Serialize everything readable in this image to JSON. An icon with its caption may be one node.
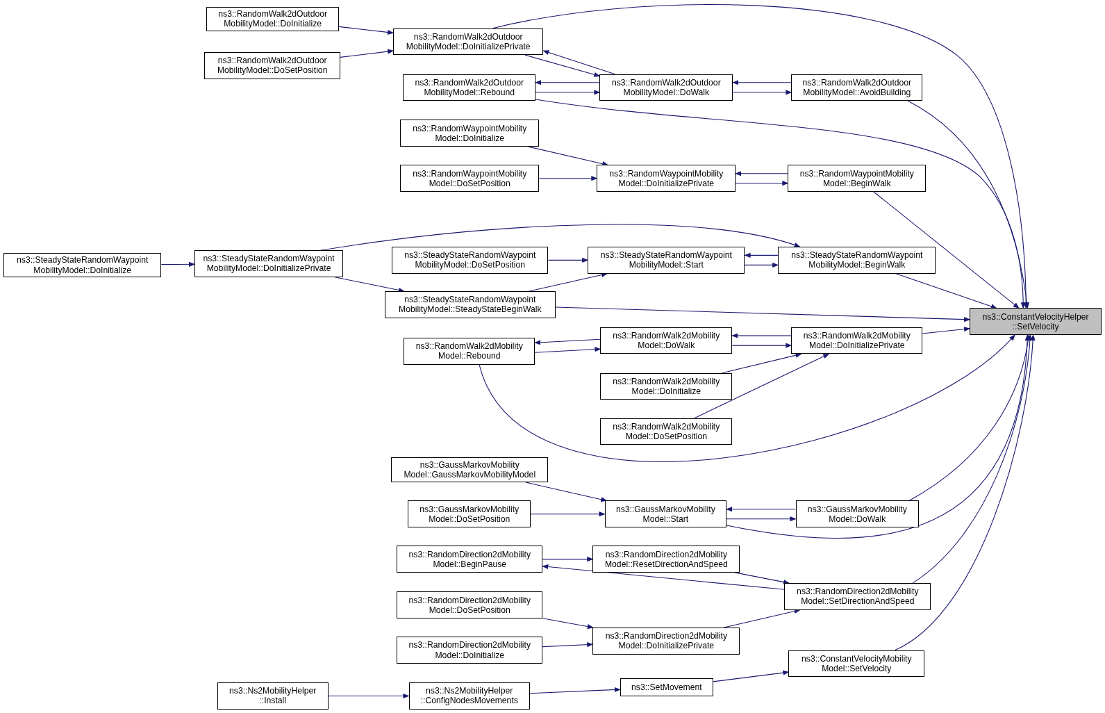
{
  "diagram": {
    "nodes": [
      {
        "text": [
          "ns3::ConstantVelocityHelper ::SetVelocity"
        ]
      },
      {
        "text": [
          "ns3::RandomWalk2dOutdoor MobilityModel::DoInitialize"
        ]
      },
      {
        "text": [
          "ns3::RandomWalk2dOutdoor MobilityModel::DoInitializePrivate"
        ]
      },
      {
        "text": [
          "ns3::RandomWalk2dOutdoor MobilityModel::DoSetPosition"
        ]
      },
      {
        "text": [
          "ns3::RandomWalk2dOutdoor MobilityModel::Rebound"
        ]
      },
      {
        "text": [
          "ns3::RandomWalk2dOutdoor MobilityModel::DoWalk"
        ]
      },
      {
        "text": [
          "ns3::RandomWalk2dOutdoor MobilityModel::AvoidBuilding"
        ]
      },
      {
        "text": [
          "ns3::RandomWaypointMobility Model::DoInitialize"
        ]
      },
      {
        "text": [
          "ns3::RandomWaypointMobility Model::DoSetPosition"
        ]
      },
      {
        "text": [
          "ns3::RandomWaypointMobility Model::DoInitializePrivate"
        ]
      },
      {
        "text": [
          "ns3::RandomWaypointMobility Model::BeginWalk"
        ]
      },
      {
        "text": [
          "ns3::SteadyStateRandomWaypoint MobilityModel::DoInitialize"
        ]
      },
      {
        "text": [
          "ns3::SteadyStateRandomWaypoint MobilityModel::DoInitializePrivate"
        ]
      },
      {
        "text": [
          "ns3::SteadyStateRandomWaypoint MobilityModel::DoSetPosition"
        ]
      },
      {
        "text": [
          "ns3::SteadyStateRandomWaypoint MobilityModel::Start"
        ]
      },
      {
        "text": [
          "ns3::SteadyStateRandomWaypoint MobilityModel::BeginWalk"
        ]
      },
      {
        "text": [
          "ns3::SteadyStateRandomWaypoint MobilityModel::SteadyStateBeginWalk"
        ]
      },
      {
        "text": [
          "ns3::RandomWalk2dMobility Model::Rebound"
        ]
      },
      {
        "text": [
          "ns3::RandomWalk2dMobility Model::DoWalk"
        ]
      },
      {
        "text": [
          "ns3::RandomWalk2dMobility Model::DoInitializePrivate"
        ]
      },
      {
        "text": [
          "ns3::RandomWalk2dMobility Model::DoInitialize"
        ]
      },
      {
        "text": [
          "ns3::RandomWalk2dMobility Model::DoSetPosition"
        ]
      },
      {
        "text": [
          "ns3::GaussMarkovMobility Model::GaussMarkovMobilityModel"
        ]
      },
      {
        "text": [
          "ns3::GaussMarkovMobility Model::DoSetPosition"
        ]
      },
      {
        "text": [
          "ns3::GaussMarkovMobility Model::Start"
        ]
      },
      {
        "text": [
          "ns3::GaussMarkovMobility Model::DoWalk"
        ]
      },
      {
        "text": [
          "ns3::RandomDirection2dMobility Model::BeginPause"
        ]
      },
      {
        "text": [
          "ns3::RandomDirection2dMobility Model::ResetDirectionAndSpeed"
        ]
      },
      {
        "text": [
          "ns3::RandomDirection2dMobility Model::SetDirectionAndSpeed"
        ]
      },
      {
        "text": [
          "ns3::RandomDirection2dMobility Model::DoSetPosition"
        ]
      },
      {
        "text": [
          "ns3::RandomDirection2dMobility Model::DoInitialize"
        ]
      },
      {
        "text": [
          "ns3::RandomDirection2dMobility Model::DoInitializePrivate"
        ]
      },
      {
        "text": [
          "ns3::ConstantVelocityMobility Model::SetVelocity"
        ]
      },
      {
        "text": [
          "ns3::SetMovement"
        ]
      },
      {
        "text": [
          "ns3::Ns2MobilityHelper ::ConfigNodesMovements"
        ]
      },
      {
        "text": [
          "ns3::Ns2MobilityHelper ::Install"
        ]
      }
    ],
    "edges": [
      {
        "from": 1,
        "to": 2,
        "arrow": "to"
      },
      {
        "from": 3,
        "to": 2,
        "arrow": "to"
      },
      {
        "from": 2,
        "to": 0,
        "arrow": "to"
      },
      {
        "from": 2,
        "to": 5,
        "arrow": "to"
      },
      {
        "from": 5,
        "to": 2,
        "arrow": "to"
      },
      {
        "from": 5,
        "to": 4,
        "arrow": "to"
      },
      {
        "from": 4,
        "to": 5,
        "arrow": "to"
      },
      {
        "from": 4,
        "to": 0,
        "arrow": "to"
      },
      {
        "from": 5,
        "to": 6,
        "arrow": "to"
      },
      {
        "from": 6,
        "to": 5,
        "arrow": "to"
      },
      {
        "from": 6,
        "to": 0,
        "arrow": "to"
      },
      {
        "from": 7,
        "to": 9,
        "arrow": "to"
      },
      {
        "from": 8,
        "to": 9,
        "arrow": "to"
      },
      {
        "from": 9,
        "to": 10,
        "arrow": "to"
      },
      {
        "from": 10,
        "to": 9,
        "arrow": "to"
      },
      {
        "from": 10,
        "to": 0,
        "arrow": "to"
      },
      {
        "from": 11,
        "to": 12,
        "arrow": "to"
      },
      {
        "from": 12,
        "to": 15,
        "arrow": "to"
      },
      {
        "from": 12,
        "to": 16,
        "arrow": "to"
      },
      {
        "from": 13,
        "to": 14,
        "arrow": "to"
      },
      {
        "from": 14,
        "to": 15,
        "arrow": "to"
      },
      {
        "from": 15,
        "to": 14,
        "arrow": "to"
      },
      {
        "from": 15,
        "to": 0,
        "arrow": "to"
      },
      {
        "from": 16,
        "to": 14,
        "arrow": "to"
      },
      {
        "from": 16,
        "to": 0,
        "arrow": "to"
      },
      {
        "from": 18,
        "to": 17,
        "arrow": "to"
      },
      {
        "from": 17,
        "to": 18,
        "arrow": "to"
      },
      {
        "from": 17,
        "to": 0,
        "arrow": "to"
      },
      {
        "from": 18,
        "to": 19,
        "arrow": "to"
      },
      {
        "from": 19,
        "to": 18,
        "arrow": "to"
      },
      {
        "from": 19,
        "to": 0,
        "arrow": "to"
      },
      {
        "from": 20,
        "to": 19,
        "arrow": "to"
      },
      {
        "from": 21,
        "to": 19,
        "arrow": "to"
      },
      {
        "from": 22,
        "to": 24,
        "arrow": "to"
      },
      {
        "from": 23,
        "to": 24,
        "arrow": "to"
      },
      {
        "from": 24,
        "to": 25,
        "arrow": "to"
      },
      {
        "from": 25,
        "to": 24,
        "arrow": "to"
      },
      {
        "from": 24,
        "to": 0,
        "arrow": "to"
      },
      {
        "from": 25,
        "to": 0,
        "arrow": "to"
      },
      {
        "from": 26,
        "to": 27,
        "arrow": "to"
      },
      {
        "from": 27,
        "to": 28,
        "arrow": "to"
      },
      {
        "from": 28,
        "to": 26,
        "arrow": "to"
      },
      {
        "from": 28,
        "to": 0,
        "arrow": "to"
      },
      {
        "from": 29,
        "to": 31,
        "arrow": "to"
      },
      {
        "from": 30,
        "to": 31,
        "arrow": "to"
      },
      {
        "from": 31,
        "to": 28,
        "arrow": "to"
      },
      {
        "from": 35,
        "to": 34,
        "arrow": "to"
      },
      {
        "from": 34,
        "to": 33,
        "arrow": "to"
      },
      {
        "from": 33,
        "to": 32,
        "arrow": "to"
      },
      {
        "from": 32,
        "to": 0,
        "arrow": "to"
      }
    ]
  }
}
